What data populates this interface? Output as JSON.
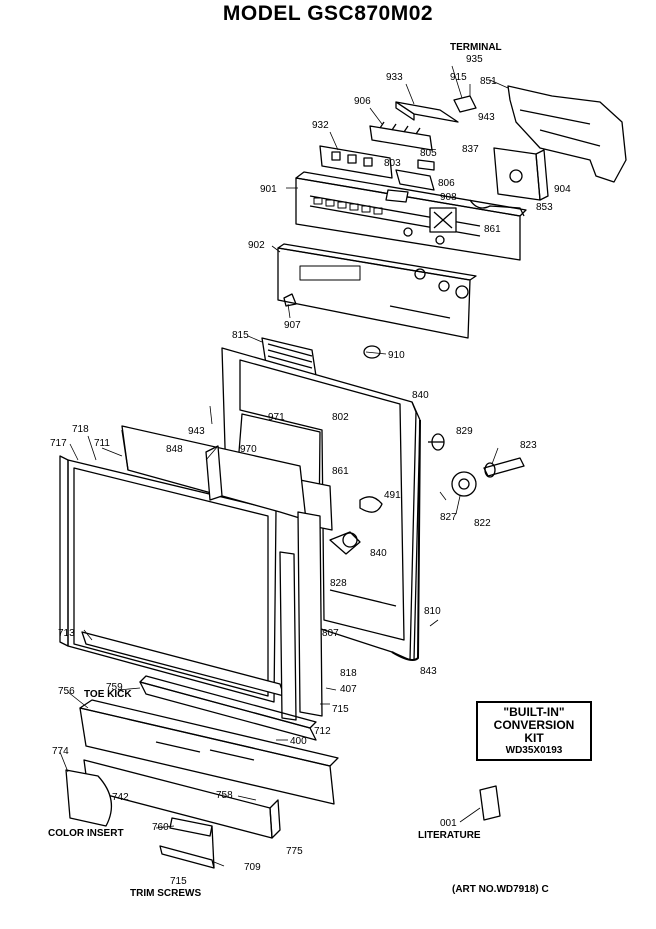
{
  "title": "MODEL GSC870M02",
  "captions": {
    "terminal": "TERMINAL",
    "toe_kick": "TOE KICK",
    "color_insert": "COLOR INSERT",
    "trim_screws": "TRIM SCREWS",
    "literature": "LITERATURE"
  },
  "kit": {
    "line1": "\"BUILT-IN\"",
    "line2": "CONVERSION",
    "line3": "KIT",
    "line4": "WD35X0193"
  },
  "art_no": "(ART NO.WD7918) C",
  "parts": {
    "p935": "935",
    "p915": "915",
    "p851": "851",
    "p933": "933",
    "p906": "906",
    "p943a": "943",
    "p932": "932",
    "p837": "837",
    "p805": "805",
    "p803": "803",
    "p806": "806",
    "p901": "901",
    "p908": "908",
    "p904": "904",
    "p853": "853",
    "p861": "861",
    "p902": "902",
    "p907": "907",
    "p815": "815",
    "p910": "910",
    "p840a": "840",
    "p971": "971",
    "p802": "802",
    "p943b": "943",
    "p829": "829",
    "p718": "718",
    "p717": "717",
    "p711": "711",
    "p848": "848",
    "p970": "970",
    "p823": "823",
    "p861b": "861",
    "p491": "491",
    "p827": "827",
    "p822": "822",
    "p840b": "840",
    "p828": "828",
    "p713": "713",
    "p807": "807",
    "p810": "810",
    "p843": "843",
    "p818": "818",
    "p407": "407",
    "p759": "759",
    "p756": "756",
    "p715a": "715",
    "p712": "712",
    "p400": "400",
    "p774": "774",
    "p742": "742",
    "p758": "758",
    "p760": "760",
    "p775": "775",
    "p709": "709",
    "p715b": "715",
    "p001": "001"
  }
}
